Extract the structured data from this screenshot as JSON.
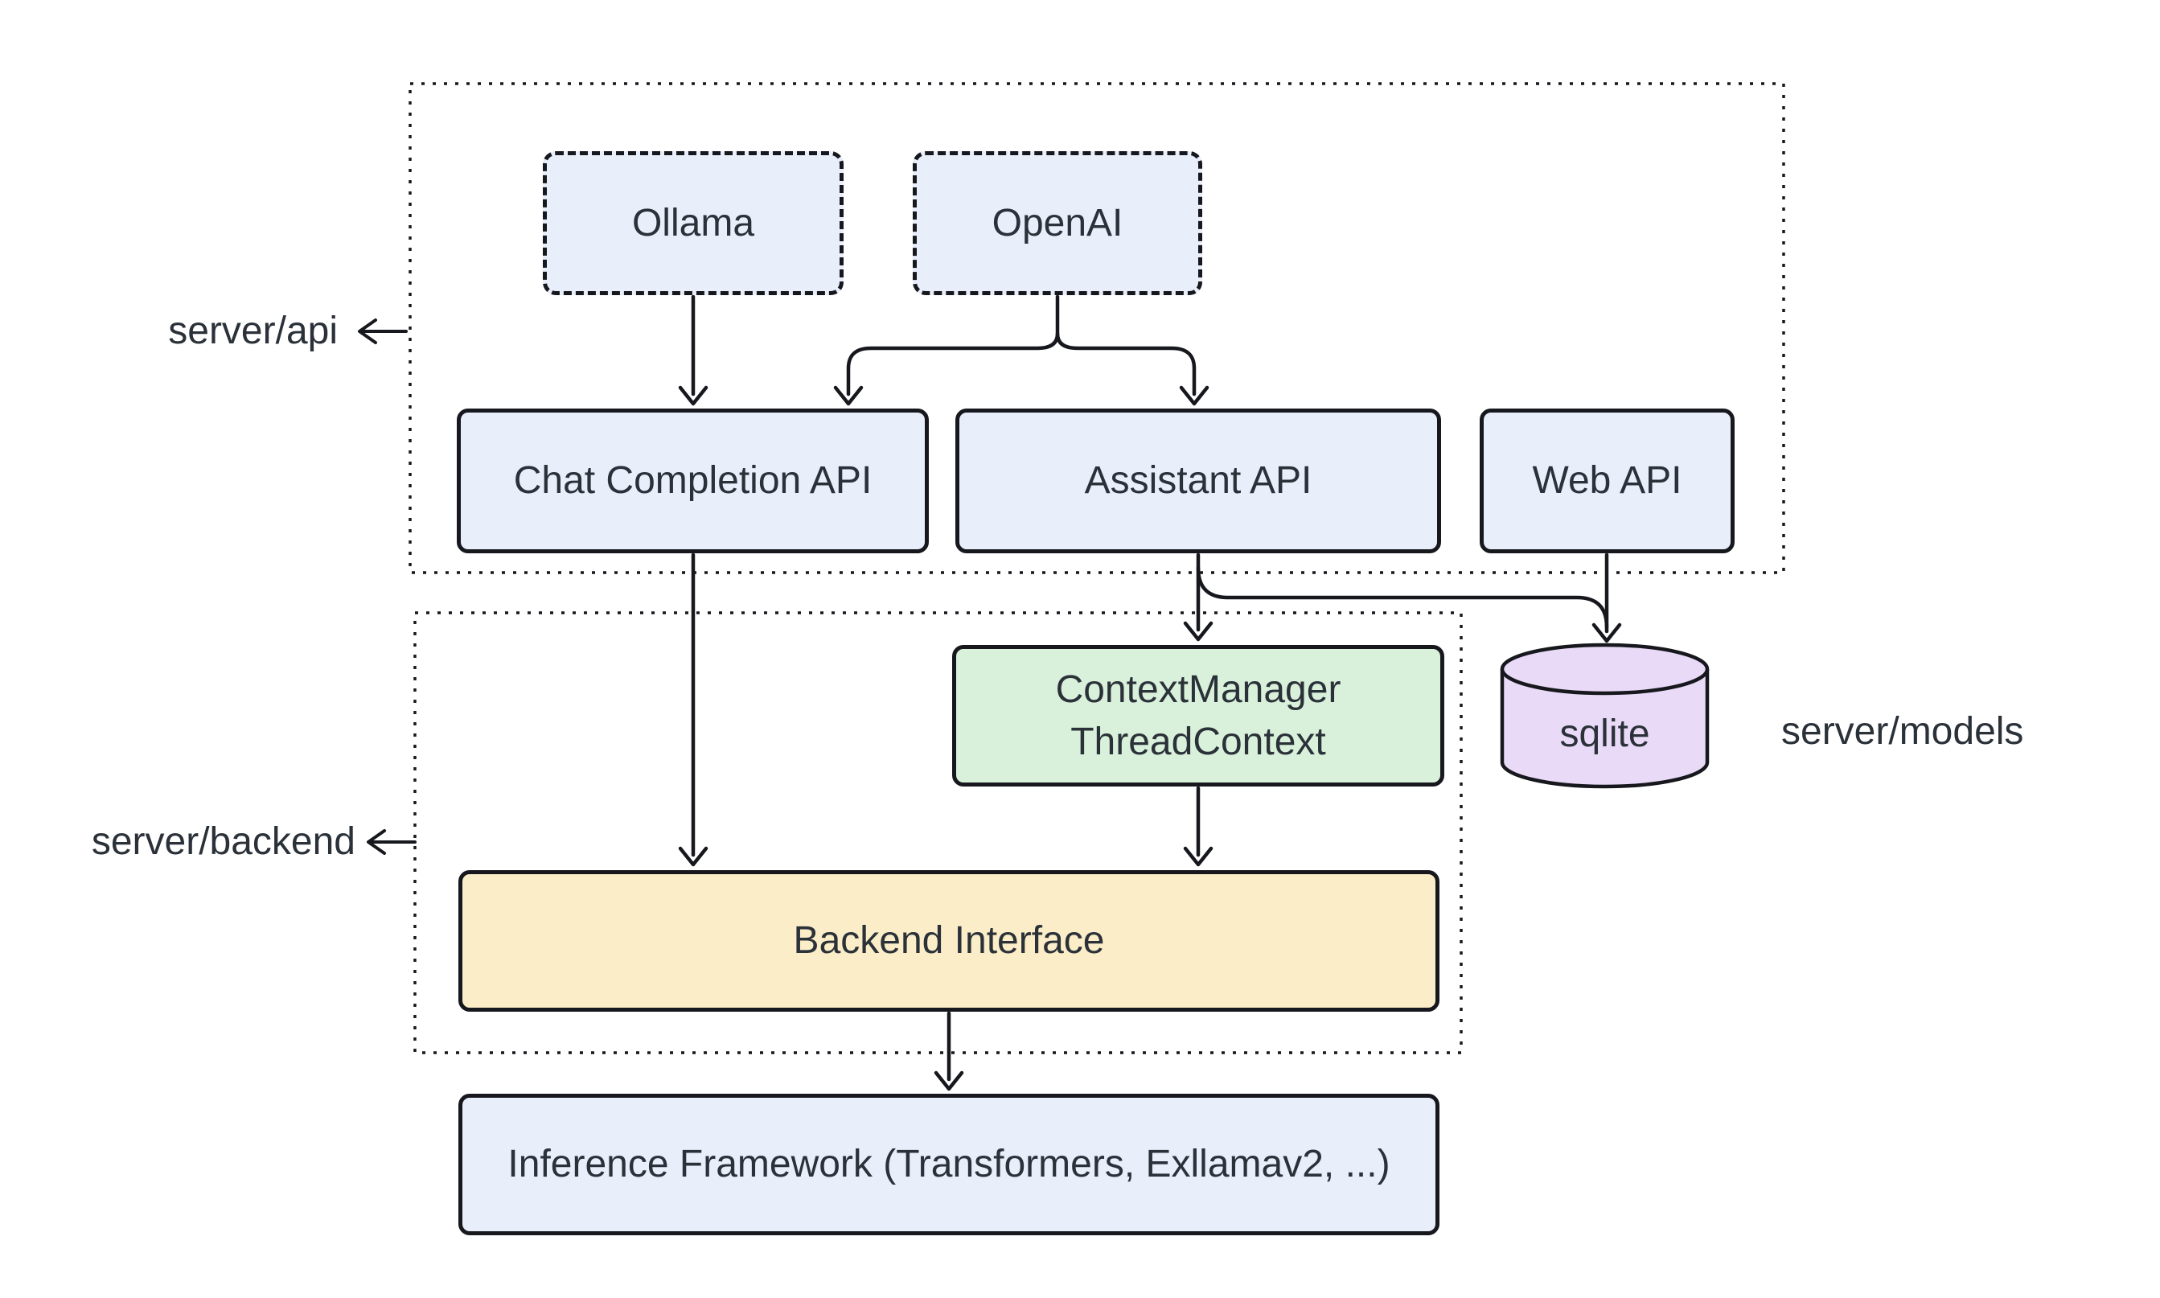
{
  "diagram": {
    "colors": {
      "node_blue": "#e9eefb",
      "node_green": "#d9f1da",
      "node_yellow": "#fbedc7",
      "node_purple": "#e9daf7",
      "border": "#16181d",
      "line": "#16181d",
      "text": "#2b3139"
    },
    "groups": {
      "api": {
        "label": "server/api"
      },
      "backend": {
        "label": "server/backend"
      },
      "models": {
        "label": "server/models"
      }
    },
    "nodes": {
      "ollama": {
        "label": "Ollama"
      },
      "openai": {
        "label": "OpenAI"
      },
      "chat": {
        "label": "Chat Completion API"
      },
      "assistant": {
        "label": "Assistant API"
      },
      "web": {
        "label": "Web API"
      },
      "context": {
        "line1": "ContextManager",
        "line2": "ThreadContext"
      },
      "sqlite": {
        "label": "sqlite"
      },
      "backend_interface": {
        "label": "Backend Interface"
      },
      "inference": {
        "label": "Inference Framework (Transformers, Exllamav2, ...)"
      }
    },
    "edges": [
      {
        "from": "Ollama",
        "to": "Chat Completion API"
      },
      {
        "from": "OpenAI",
        "to": "Chat Completion API"
      },
      {
        "from": "OpenAI",
        "to": "Assistant API"
      },
      {
        "from": "Assistant API",
        "to": "ContextManager ThreadContext"
      },
      {
        "from": "Assistant API",
        "to": "sqlite"
      },
      {
        "from": "Web API",
        "to": "sqlite"
      },
      {
        "from": "Chat Completion API",
        "to": "Backend Interface"
      },
      {
        "from": "ContextManager ThreadContext",
        "to": "Backend Interface"
      },
      {
        "from": "Backend Interface",
        "to": "Inference Framework (Transformers, Exllamav2, ...)"
      }
    ]
  }
}
